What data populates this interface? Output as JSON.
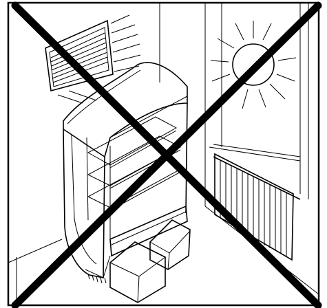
{
  "diagram": {
    "meaning": "prohibited",
    "elements": [
      "room-corner",
      "wall-vent",
      "sun",
      "window",
      "radiator",
      "display-cabinet",
      "boxes",
      "cross-mark"
    ],
    "colors": {
      "line": "#000000",
      "background": "#ffffff"
    }
  }
}
